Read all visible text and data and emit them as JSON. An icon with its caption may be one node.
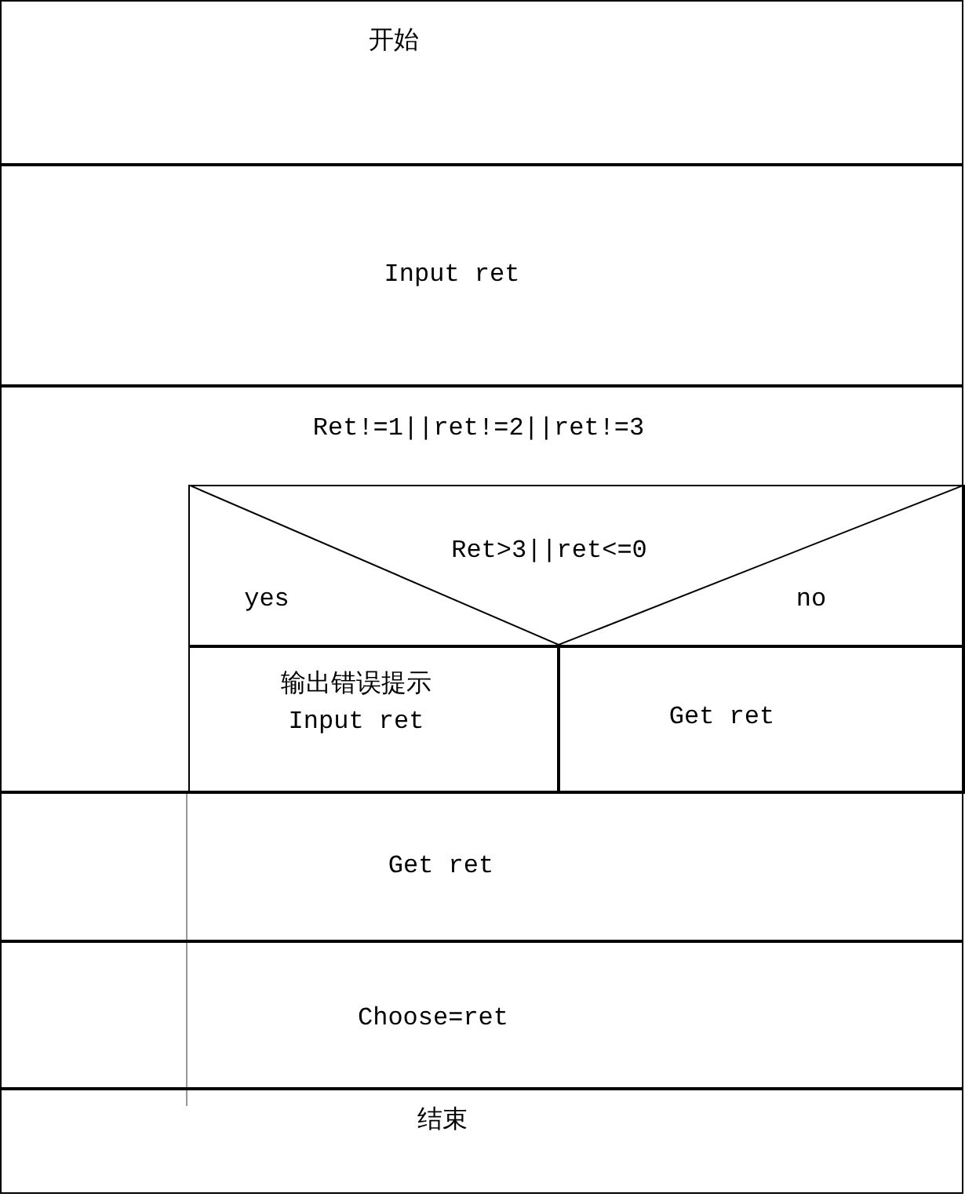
{
  "diagram": {
    "nodes": [
      {
        "text": [
          "开始"
        ]
      },
      {
        "text": [
          "Input ret"
        ]
      },
      {
        "text": [
          "Ret!=1||ret!=2||ret!=3"
        ]
      },
      {
        "text": [
          "Ret>3||ret<=0",
          "yes",
          "no"
        ],
        "in": 2
      },
      {
        "text": [
          "输出错误提示",
          "Input ret"
        ],
        "in": 2
      },
      {
        "text": [
          "Get ret"
        ],
        "in": 2
      },
      {
        "text": [
          "Get ret"
        ]
      },
      {
        "text": [
          "Choose=ret"
        ]
      },
      {
        "text": [
          "结束"
        ]
      }
    ]
  }
}
